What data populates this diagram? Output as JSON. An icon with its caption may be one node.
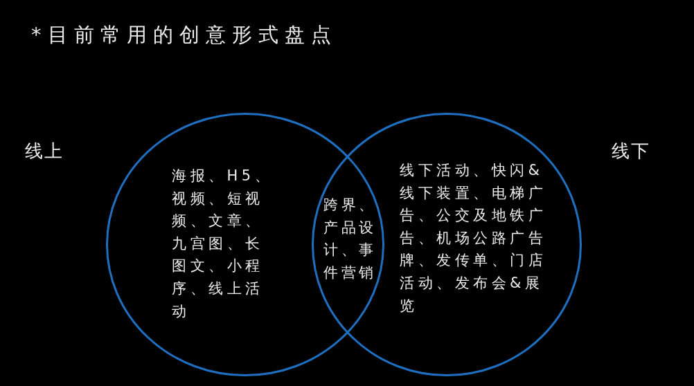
{
  "diagram": {
    "title": "*目前常用的创意形式盘点",
    "nodes": [
      {
        "text": [
          "海报、H5、视频、短视频、文章、九宫图、长图文、小程序、线上活动"
        ],
        "beside": [
          "线上"
        ]
      },
      {
        "text": [
          "线下活动、快闪&线下装置、电梯广告、公交及地铁广告、机场公路广告牌、发传单、门店活动、发布会&展览"
        ],
        "beside": [
          "线下"
        ]
      },
      {
        "text": [
          "跨界、产品设计、事件营销"
        ]
      }
    ]
  }
}
